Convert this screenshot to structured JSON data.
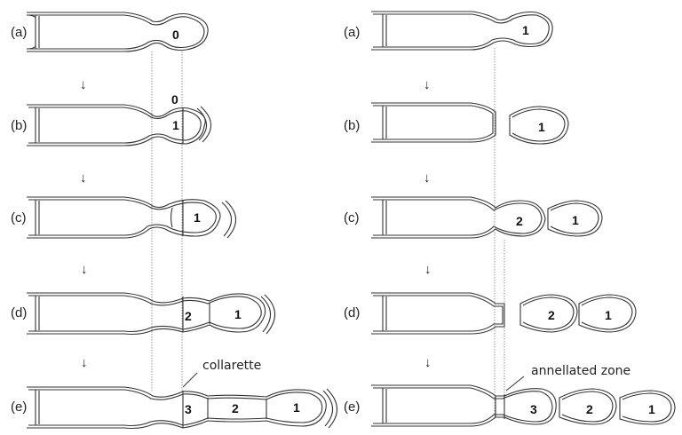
{
  "figure": {
    "left_panel": {
      "stages": [
        {
          "label": "(a)",
          "cells": [
            "0"
          ]
        },
        {
          "label": "(b)",
          "cells": [
            "0",
            "1"
          ]
        },
        {
          "label": "(c)",
          "cells": [
            "1"
          ]
        },
        {
          "label": "(d)",
          "cells": [
            "2",
            "1"
          ]
        },
        {
          "label": "(e)",
          "cells": [
            "3",
            "2",
            "1"
          ]
        }
      ],
      "annotation": "collarette"
    },
    "right_panel": {
      "stages": [
        {
          "label": "(a)",
          "cells": [
            "1"
          ]
        },
        {
          "label": "(b)",
          "cells": [
            "1"
          ]
        },
        {
          "label": "(c)",
          "cells": [
            "2",
            "1"
          ]
        },
        {
          "label": "(d)",
          "cells": [
            "2",
            "1"
          ]
        },
        {
          "label": "(e)",
          "cells": [
            "3",
            "2",
            "1"
          ]
        }
      ],
      "annotation": "annellated zone"
    },
    "arrow_glyph": "↓"
  }
}
